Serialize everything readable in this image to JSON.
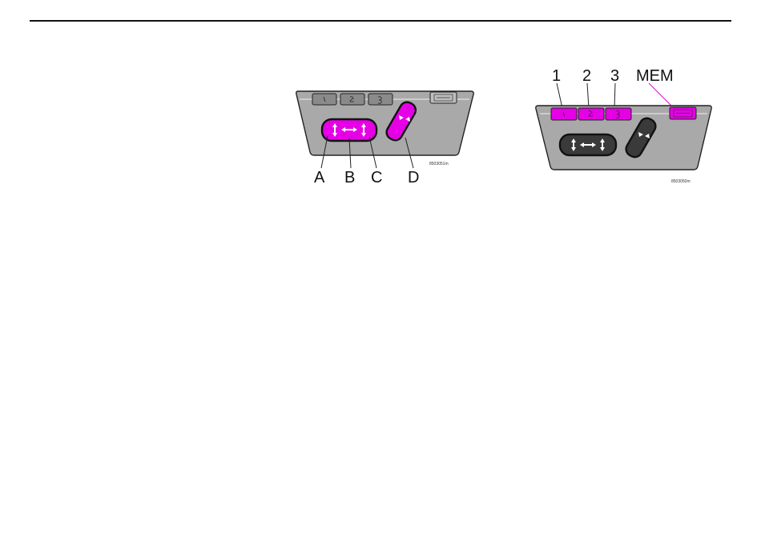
{
  "figure_left": {
    "callouts": [
      "A",
      "B",
      "C",
      "D"
    ],
    "code": "8503051m"
  },
  "figure_right": {
    "callouts": [
      "1",
      "2",
      "3",
      "MEM"
    ],
    "code": "8503050m"
  },
  "colors": {
    "highlight": "#e600e6",
    "panel": "#a9a9a9",
    "button_gray": "#8a8a8a",
    "dark_control": "#3a3a3a"
  }
}
